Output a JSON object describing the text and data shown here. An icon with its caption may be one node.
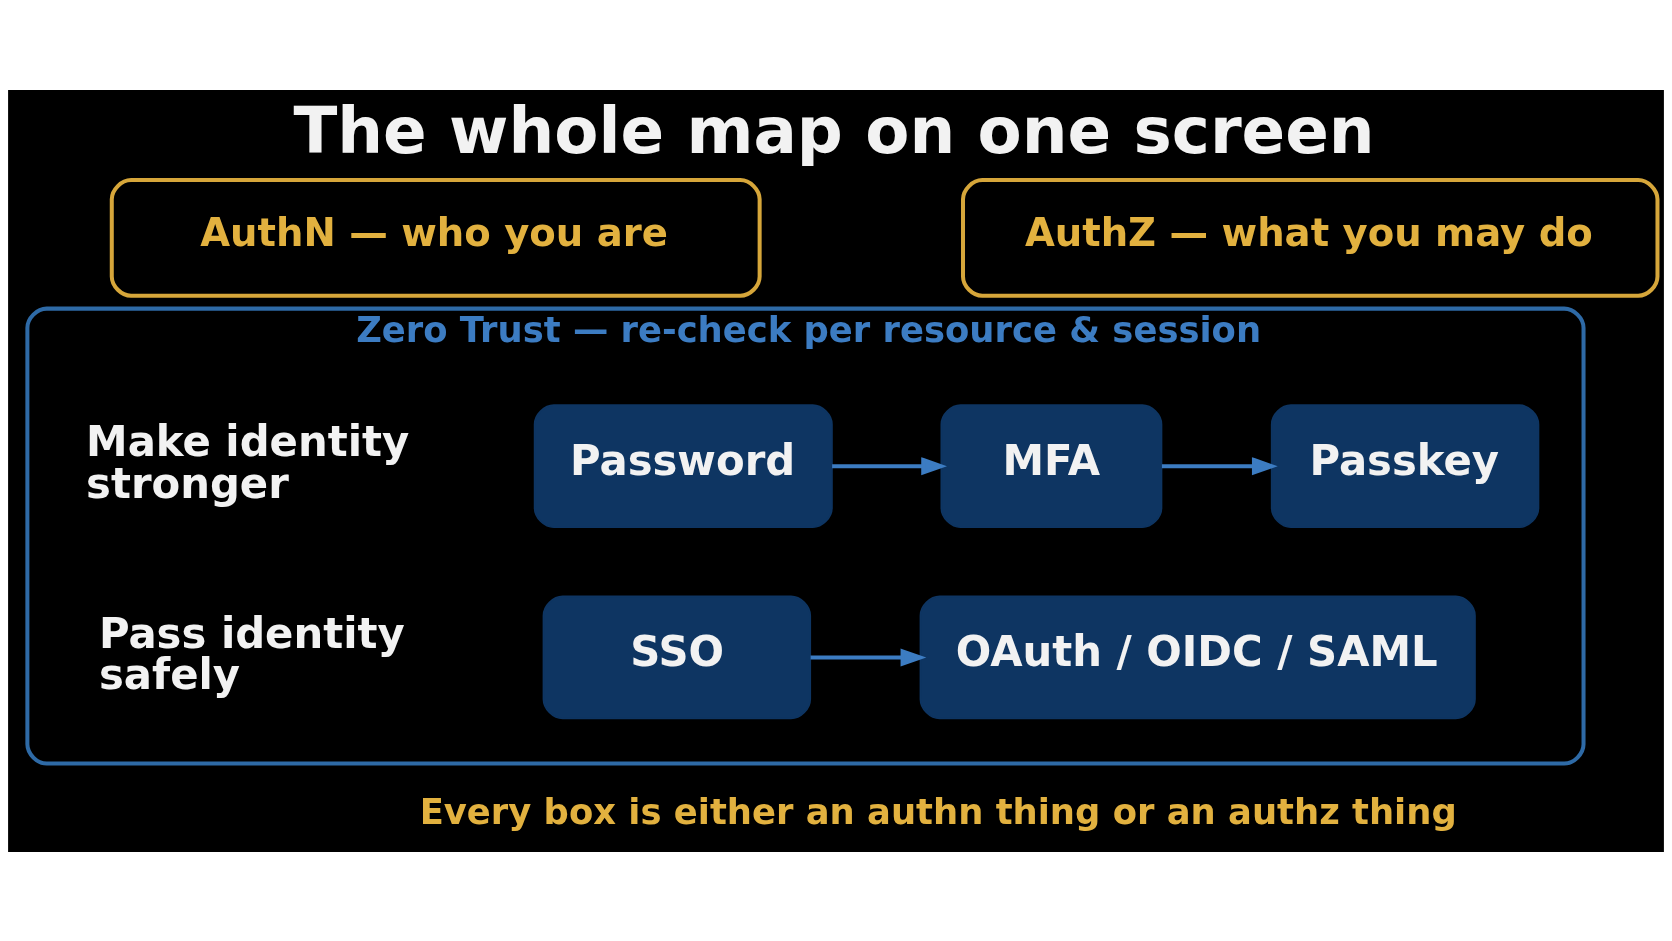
{
  "diagram": {
    "title": "The whole map on one screen",
    "caption": "Every box is either an authn thing or an authz thing",
    "nodes": [
      {
        "text": [
          "AuthN — who you are"
        ]
      },
      {
        "text": [
          "AuthZ — what you may do"
        ]
      },
      {
        "text": [
          "Zero Trust — re-check per resource & session"
        ]
      },
      {
        "text": [
          "Password"
        ],
        "in": 2
      },
      {
        "text": [
          "MFA"
        ],
        "in": 2
      },
      {
        "text": [
          "Passkey"
        ],
        "in": 2
      },
      {
        "text": [
          "SSO"
        ],
        "in": 2
      },
      {
        "text": [
          "OAuth / OIDC / SAML"
        ],
        "in": 2
      }
    ],
    "edges": [
      {
        "from": 3,
        "to": 4,
        "arrow": "to"
      },
      {
        "from": 4,
        "to": 5,
        "arrow": "to"
      },
      {
        "from": 6,
        "to": 7,
        "arrow": "to"
      }
    ],
    "labels": [
      "Make identity stronger",
      "Pass identity safely"
    ]
  }
}
